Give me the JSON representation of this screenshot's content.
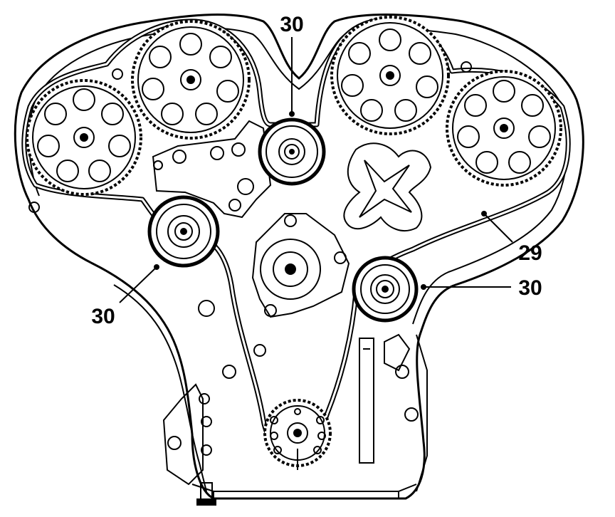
{
  "callouts": {
    "tensioner_top": "30",
    "idler_left": "30",
    "belt": "29",
    "idler_right": "30"
  }
}
